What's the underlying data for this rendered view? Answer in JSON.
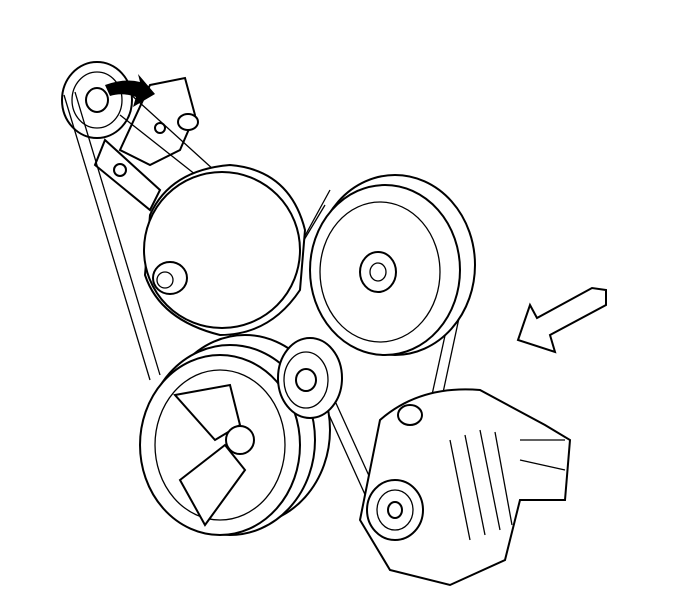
{
  "diagram": {
    "type": "belt-routing-illustration",
    "colors": {
      "line": "#000000",
      "background": "#ffffff",
      "arrow_fill": "#ffffff"
    },
    "components": [
      "belt-tensioner",
      "power-steering-pulley",
      "upper-pulley",
      "idler-pulley",
      "crankshaft-balancer",
      "generator"
    ],
    "indicators": [
      "rotation-arrow-icon",
      "view-direction-arrow-icon"
    ]
  }
}
